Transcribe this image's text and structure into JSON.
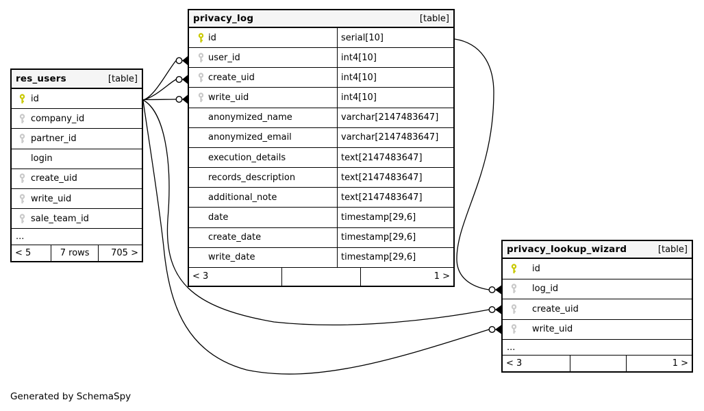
{
  "diagram": {
    "caption": "Generated by SchemaSpy",
    "colors": {
      "primary_key": "#c9c900",
      "foreign_key": "#c9c9c9",
      "header_bg": "#f5f5f5",
      "border": "#000000"
    },
    "tables": [
      {
        "name": "res_users",
        "badge": "[table]",
        "columns": [
          {
            "name": "id",
            "key": "pk"
          },
          {
            "name": "company_id",
            "key": "fk"
          },
          {
            "name": "partner_id",
            "key": "fk"
          },
          {
            "name": "login",
            "key": ""
          },
          {
            "name": "create_uid",
            "key": "fk"
          },
          {
            "name": "write_uid",
            "key": "fk"
          },
          {
            "name": "sale_team_id",
            "key": "fk"
          }
        ],
        "ellipsis": "...",
        "footer": {
          "left": "< 5",
          "middle": "7 rows",
          "right": "705 >"
        }
      },
      {
        "name": "privacy_log",
        "badge": "[table]",
        "columns": [
          {
            "name": "id",
            "key": "pk",
            "type": "serial[10]"
          },
          {
            "name": "user_id",
            "key": "fk",
            "type": "int4[10]"
          },
          {
            "name": "create_uid",
            "key": "fk",
            "type": "int4[10]"
          },
          {
            "name": "write_uid",
            "key": "fk",
            "type": "int4[10]"
          },
          {
            "name": "anonymized_name",
            "key": "",
            "type": "varchar[2147483647]"
          },
          {
            "name": "anonymized_email",
            "key": "",
            "type": "varchar[2147483647]"
          },
          {
            "name": "execution_details",
            "key": "",
            "type": "text[2147483647]"
          },
          {
            "name": "records_description",
            "key": "",
            "type": "text[2147483647]"
          },
          {
            "name": "additional_note",
            "key": "",
            "type": "text[2147483647]"
          },
          {
            "name": "date",
            "key": "",
            "type": "timestamp[29,6]"
          },
          {
            "name": "create_date",
            "key": "",
            "type": "timestamp[29,6]"
          },
          {
            "name": "write_date",
            "key": "",
            "type": "timestamp[29,6]"
          }
        ],
        "footer": {
          "left": "< 3",
          "middle": "",
          "right": "1 >"
        }
      },
      {
        "name": "privacy_lookup_wizard",
        "badge": "[table]",
        "columns": [
          {
            "name": "id",
            "key": "pk"
          },
          {
            "name": "log_id",
            "key": "fk"
          },
          {
            "name": "create_uid",
            "key": "fk"
          },
          {
            "name": "write_uid",
            "key": "fk"
          }
        ],
        "ellipsis": "...",
        "footer": {
          "left": "< 3",
          "middle": "",
          "right": "1 >"
        }
      }
    ],
    "relationships": [
      {
        "from": "res_users.id",
        "to": "privacy_log.user_id"
      },
      {
        "from": "res_users.id",
        "to": "privacy_log.create_uid"
      },
      {
        "from": "res_users.id",
        "to": "privacy_log.write_uid"
      },
      {
        "from": "privacy_log.id",
        "to": "privacy_lookup_wizard.log_id"
      },
      {
        "from": "res_users.id",
        "to": "privacy_lookup_wizard.create_uid"
      },
      {
        "from": "res_users.id",
        "to": "privacy_lookup_wizard.write_uid"
      }
    ]
  }
}
